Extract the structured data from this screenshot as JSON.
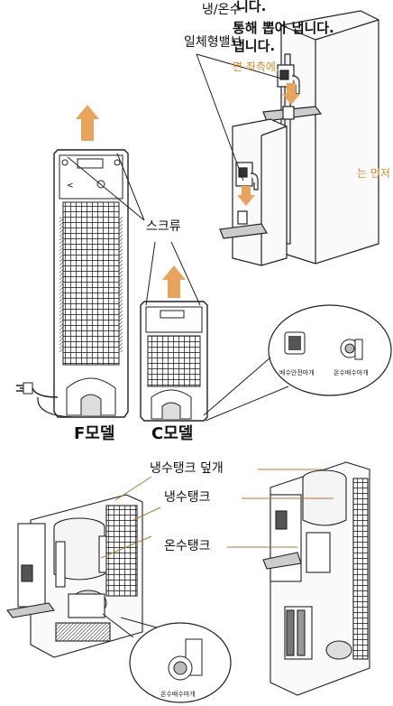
{
  "text": {
    "line1": "니다.",
    "line2": "통해 뽑아 냅니다.",
    "line3": "냅니다.",
    "note1": "면 좌측에,",
    "note2": "는 먼저"
  },
  "labels": {
    "valve_line1": "냉/온수",
    "valve_line2": "일체형밸브",
    "screw": "스크류",
    "drain_safety_cap": "배수안전마개",
    "hot_drain_cap": "온수배수마개",
    "f_model": "F모델",
    "c_model": "C모델",
    "cold_tank_cover": "냉수탱크 덮개",
    "cold_tank": "냉수탱크",
    "hot_tank": "온수탱크"
  },
  "colors": {
    "accent": "#e8a35c",
    "note_text": "#d9882a"
  }
}
